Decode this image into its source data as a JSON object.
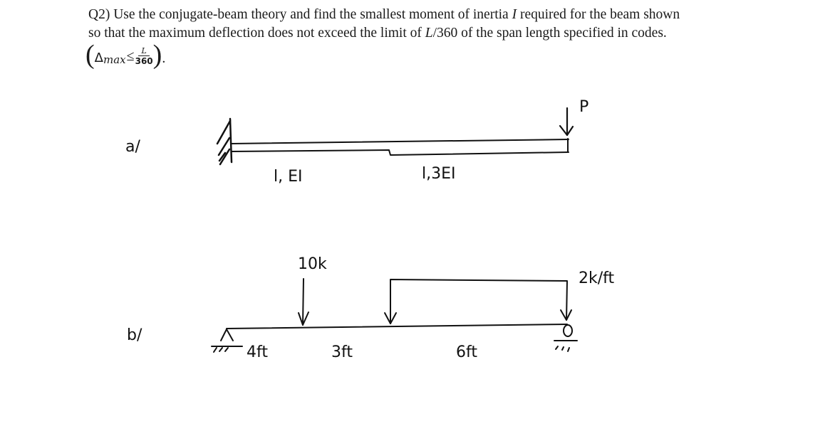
{
  "question": {
    "line1_a": "Q2) Use the conjugate-beam theory and find the smallest moment of inertia ",
    "line1_var": "I",
    "line1_b": " required for the beam shown",
    "line2_a": "so that the maximum deflection does not exceed the limit of ",
    "line2_var": "L",
    "line2_b": "/360 of the span length specified in codes.",
    "formula": {
      "open_paren": "(",
      "delta": "Δ",
      "subscript": "max",
      "relation": "≤",
      "numerator": "L",
      "denominator": "360",
      "close_paren": ")",
      "terminator": "."
    }
  },
  "diagram_a": {
    "label": "a/",
    "support": "fixed",
    "segment1_label": "l, EI",
    "segment2_label": "l,3EI",
    "load_label": "P"
  },
  "diagram_b": {
    "label": "b/",
    "point_load_label": "10k",
    "distributed_load_label": "2k/ft",
    "span_labels": [
      "4ft",
      "3ft",
      "6ft"
    ],
    "left_support": "pin",
    "right_support": "roller"
  }
}
